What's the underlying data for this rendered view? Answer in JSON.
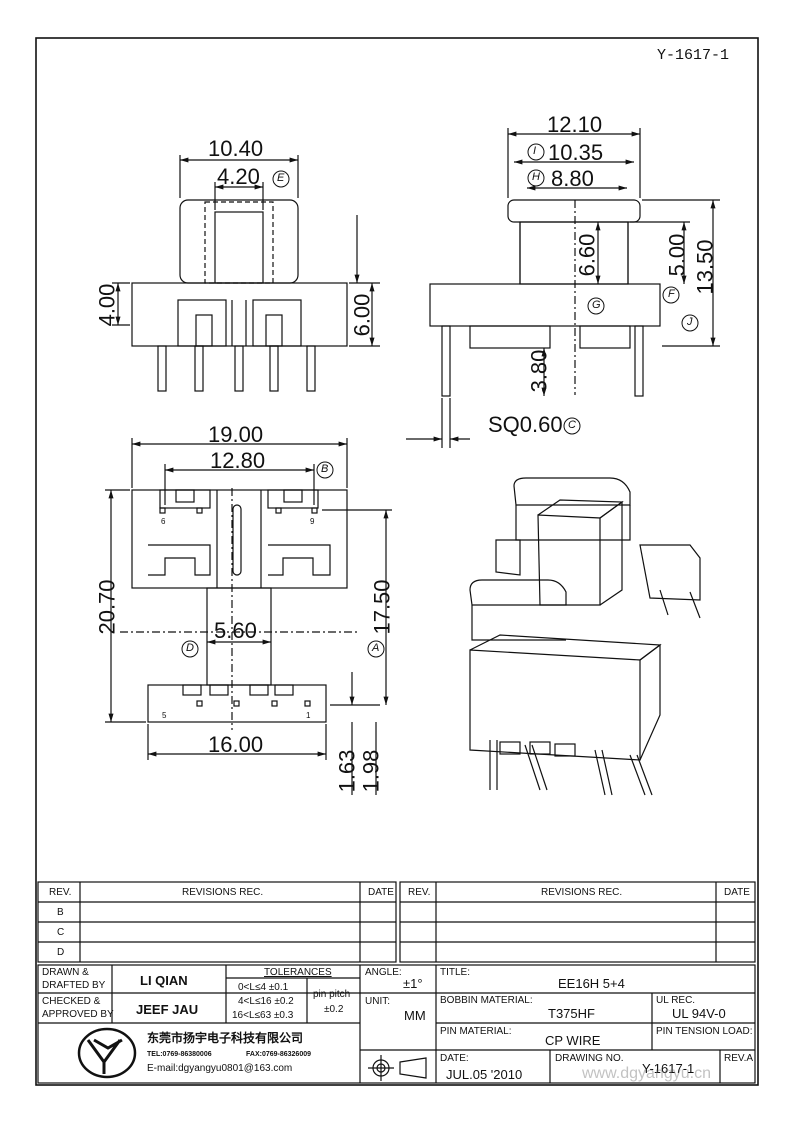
{
  "drawing": {
    "code": "Y-1617-1",
    "dimensions": {
      "d1040": "10.40",
      "d420": "4.20",
      "d400": "4.00",
      "d600": "6.00",
      "d1210": "12.10",
      "d1035": "10.35",
      "d880": "8.80",
      "d660": "6.60",
      "d500": "5.00",
      "d1350": "13.50",
      "d380": "3.80",
      "sq": "SQ0.60",
      "d1900": "19.00",
      "d1280": "12.80",
      "d2070": "20.70",
      "d1750": "17.50",
      "d560": "5.60",
      "d1600": "16.00",
      "d163": "1.63",
      "d198": "1.98"
    },
    "callouts": {
      "A": "A",
      "B": "B",
      "C": "C",
      "D": "D",
      "E": "E",
      "F": "F",
      "G": "G",
      "H": "H",
      "I": "I",
      "J": "J"
    },
    "pins": {
      "p6": "6",
      "p9": "9",
      "p5": "5",
      "p1": "1"
    }
  },
  "revisions": {
    "header": {
      "rev": "REV.",
      "rec": "REVISIONS   REC.",
      "date": "DATE"
    },
    "rows": [
      "B",
      "C",
      "D"
    ]
  },
  "titleblock": {
    "drawn_label_1": "DRAWN  &",
    "drawn_label_2": "DRAFTED BY",
    "drawn_name": "LI QIAN",
    "checked_label_1": "CHECKED  &",
    "checked_label_2": "APPROVED BY",
    "checked_name": "JEEF JAU",
    "tolerances_label": "TOLERANCES",
    "tol1": "0<L≤4    ±0.1",
    "tol2": "4<L≤16  ±0.2",
    "tol3": "16<L≤63 ±0.3",
    "pin_pitch_label": "pin pitch",
    "pin_pitch_value": "±0.2",
    "angle_label": "ANGLE:",
    "angle_value": "±1°",
    "unit_label": "UNIT:",
    "unit_value": "MM",
    "title_label": "TITLE:",
    "title_value": "EE16H 5+4",
    "bobbin_label": "BOBBIN MATERIAL:",
    "bobbin_value": "T375HF",
    "ul_label": "UL REC.",
    "ul_value": "UL 94V-0",
    "pin_material_label": "PIN MATERIAL:",
    "pin_material_value": "CP WIRE",
    "pin_tension_label": "PIN TENSION LOAD:",
    "date_label": "DATE:",
    "date_value": "JUL.05 '2010",
    "drawing_no_label": "DRAWING NO.",
    "drawing_no_value": "Y-1617-1",
    "rev_label": "REV.A",
    "company_cn": "东莞市扬宇电子科技有限公司",
    "tel": "TEL:0769-86380006",
    "fax": "FAX:0769-86326009",
    "email": "E-mail:dgyangyu0801@163.com",
    "watermark": "www.dgyangyu.cn"
  }
}
